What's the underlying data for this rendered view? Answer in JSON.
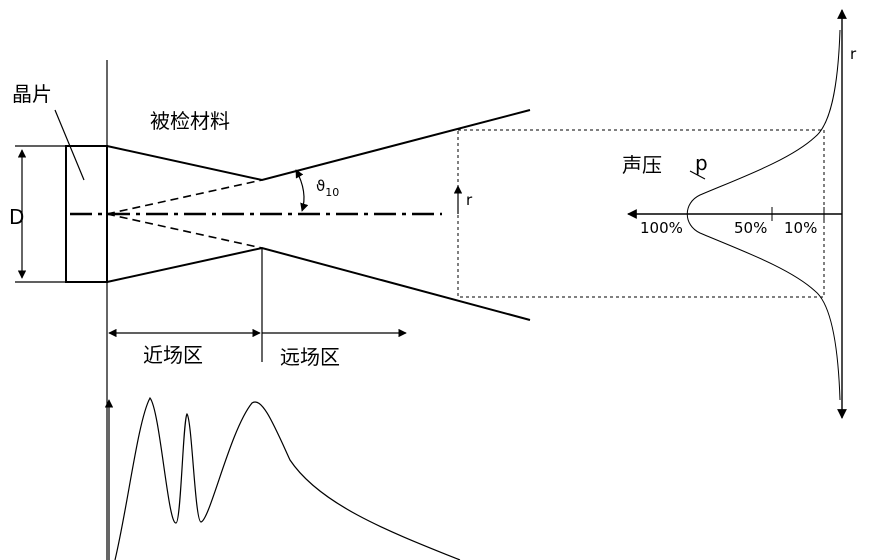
{
  "labels": {
    "crystal": "晶片",
    "material": "被检材料",
    "diameter": "D",
    "angle_symbol": "ϑ",
    "angle_sub": "10",
    "radius_mid": "r",
    "radius_right": "r",
    "pressure": "声压",
    "pressure_symbol": "p",
    "near_field": "近场区",
    "far_field": "远场区",
    "pct_100": "100%",
    "pct_50": "50%",
    "pct_10": "10%"
  }
}
